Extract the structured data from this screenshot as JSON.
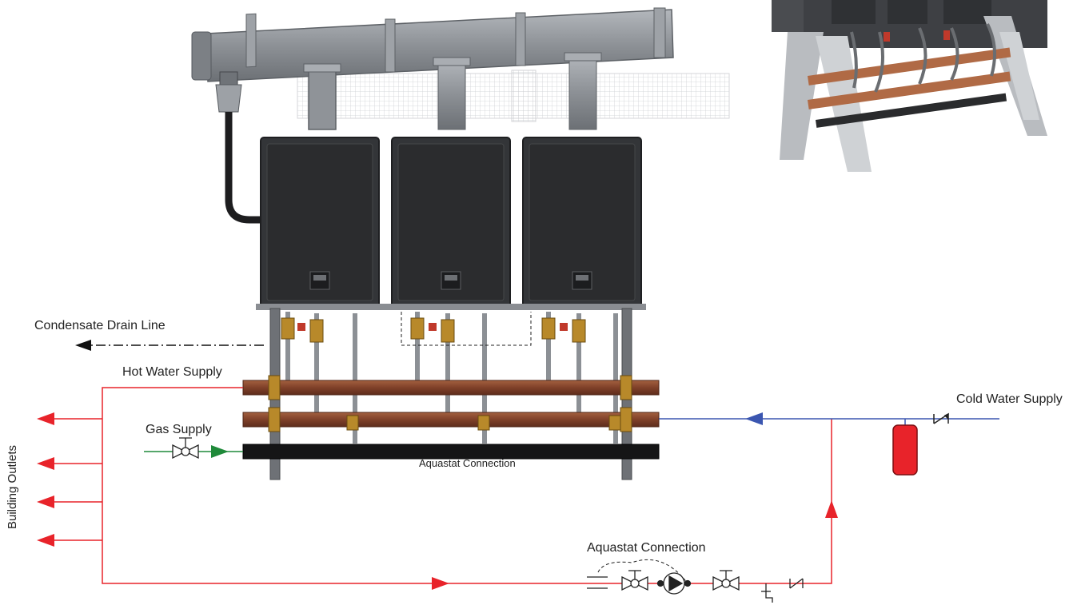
{
  "labels": {
    "condensate_drain": "Condensate Drain Line",
    "hot_water_supply": "Hot Water Supply",
    "gas_supply": "Gas Supply",
    "aquastat_manifold": "Aquastat Connection",
    "building_outlets": "Building Outlets",
    "cold_water_supply": "Cold Water Supply",
    "aquastat_return": "Aquastat Connection"
  },
  "colors": {
    "hot_line": "#e8232a",
    "cold_line": "#3b56b0",
    "gas_line": "#1f8a3a",
    "drain_line": "#111111",
    "expansion_tank": "#e8232a",
    "copper": "#8a4a32",
    "heater": "#333538"
  },
  "icons": {
    "gas_valve": "ball-valve-icon",
    "check_valve": "check-valve-icon",
    "pump": "circulator-pump-icon",
    "tank": "expansion-tank-icon",
    "flow_arrow": "flow-arrow-icon"
  },
  "heater_count": 3
}
